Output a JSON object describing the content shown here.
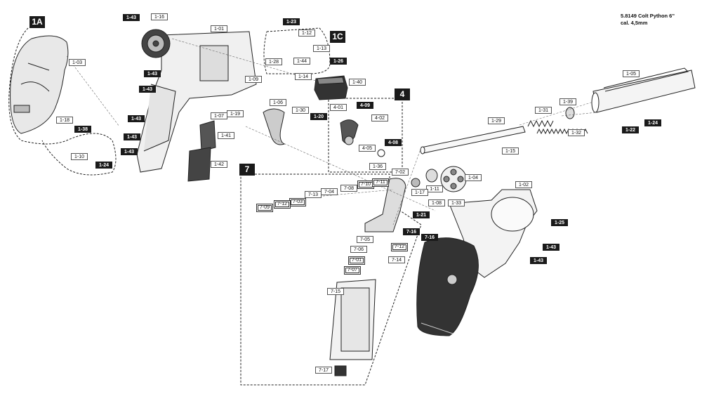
{
  "title": {
    "line1": "5.8149 Colt Python 6''",
    "line2": "cal. 4,5mm"
  },
  "sections": {
    "s1A": "1A",
    "s1C": "1C",
    "s4": "4",
    "s7": "7"
  },
  "parts": {
    "p1_01": "1-01",
    "p1_02": "1-02",
    "p1_03": "1-03",
    "p1_04": "1-04",
    "p1_05": "1-05",
    "p1_06": "1-06",
    "p1_07": "1-07",
    "p1_08": "1-08",
    "p1_09": "1-09",
    "p1_10": "1-10",
    "p1_11": "1-11",
    "p1_12": "1-12",
    "p1_13": "1-13",
    "p1_14": "1-14",
    "p1_15": "1-15",
    "p1_16": "1-16",
    "p1_17": "1-17",
    "p1_18": "1-18",
    "p1_19": "1-19",
    "p1_20": "1-20",
    "p1_21": "1-21",
    "p1_22": "1-22",
    "p1_23": "1-23",
    "p1_24": "1-24",
    "p1_25": "1-25",
    "p1_26": "1-26",
    "p1_28": "1-28",
    "p1_29": "1-29",
    "p1_30": "1-30",
    "p1_31": "1-31",
    "p1_32": "1-32",
    "p1_33": "1-33",
    "p1_36": "1-36",
    "p1_38": "1-38",
    "p1_39": "1-39",
    "p1_40": "1-40",
    "p1_41": "1-41",
    "p1_42": "1-42",
    "p1_43": "1-43",
    "p1_44": "1-44",
    "p4_01": "4-01",
    "p4_02": "4-02",
    "p4_05": "4-05",
    "p4_08": "4-08",
    "p4_09": "4-09",
    "p7_01": "7-01",
    "p7_02": "7-02",
    "p7_03": "7-03",
    "p7_04": "7-04",
    "p7_05": "7-05",
    "p7_06": "7-06",
    "p7_07": "7-07",
    "p7_08": "7-08",
    "p7_09": "7-09",
    "p7_10": "7-10",
    "p7_11": "7-11",
    "p7_12": "7-12",
    "p7_13": "7-13",
    "p7_14": "7-14",
    "p7_15": "7-15",
    "p7_16": "7-16",
    "p7_17": "7-17"
  }
}
